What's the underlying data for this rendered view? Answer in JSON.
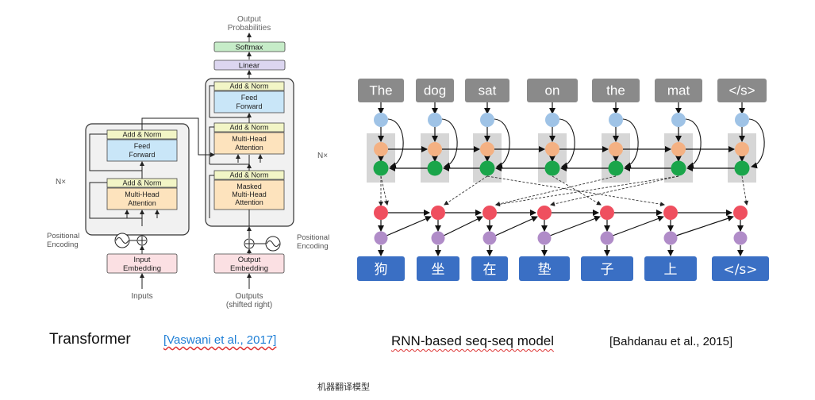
{
  "transformer": {
    "output_probabilities": [
      "Output",
      "Probabilities"
    ],
    "softmax": "Softmax",
    "linear": "Linear",
    "add_norm": "Add & Norm",
    "feed_forward": [
      "Feed",
      "Forward"
    ],
    "multi_head_attention": [
      "Multi-Head",
      "Attention"
    ],
    "masked_attention": [
      "Masked",
      "Multi-Head",
      "Attention"
    ],
    "input_embedding": [
      "Input",
      "Embedding"
    ],
    "output_embedding": [
      "Output",
      "Embedding"
    ],
    "positional_encoding": [
      "Positional",
      "Encoding"
    ],
    "inputs": "Inputs",
    "outputs": [
      "Outputs",
      "(shifted right)"
    ],
    "nx_left": "N×",
    "nx_right": "N×"
  },
  "rnn": {
    "source_tokens": [
      "The",
      "dog",
      "sat",
      "on",
      "the",
      "mat",
      "</s>"
    ],
    "target_tokens": [
      "狗",
      "坐",
      "在",
      "垫",
      "子",
      "上",
      "</s>"
    ]
  },
  "captions": {
    "transformer_title": "Transformer",
    "transformer_ref": "[Vaswani et al., 2017]",
    "rnn_title": "RNN-based seq-seq model",
    "rnn_ref": "[Bahdanau et al., 2015]",
    "figure_caption": "机器翻译模型"
  },
  "colors": {
    "gray_box": "#8a8a8a",
    "blue_box": "#3a6fc4",
    "node_blue": "#9fc3e6",
    "node_orange": "#f4b183",
    "node_green": "#1aa54a",
    "node_red": "#ef4f5f",
    "node_purple": "#b08cc8",
    "addnorm": "#f2f5c6",
    "ff": "#c9e6f8",
    "attn": "#fde3bd",
    "embed": "#fbe0e3",
    "ref_link": "#1f7fd6"
  }
}
